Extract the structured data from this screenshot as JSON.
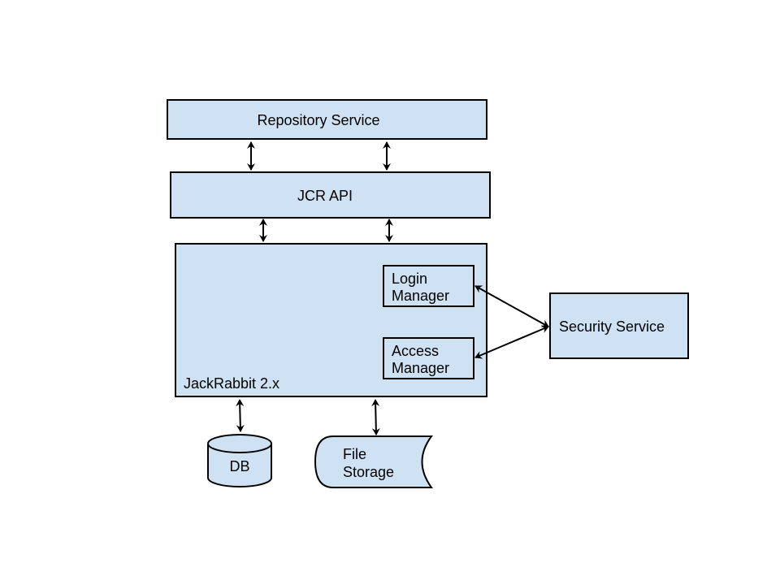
{
  "diagram": {
    "nodes": {
      "repository_service": "Repository Service",
      "jcr_api": "JCR API",
      "jackrabbit": "JackRabbit 2.x",
      "login_manager": [
        "Login",
        "Manager"
      ],
      "access_manager": [
        "Access",
        "Manager"
      ],
      "security_service": "Security Service",
      "db": "DB",
      "file_storage": [
        "File",
        "Storage"
      ]
    },
    "colors": {
      "box_fill": "#cfe2f3",
      "stroke": "#000000"
    }
  }
}
